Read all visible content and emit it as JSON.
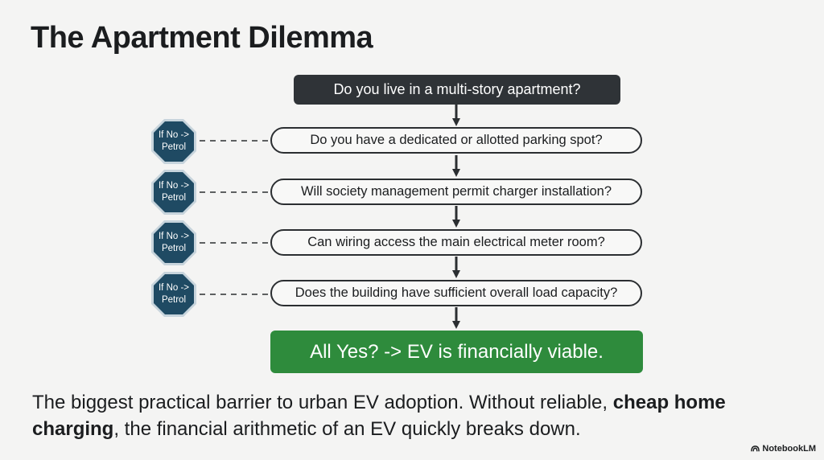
{
  "title": "The Apartment Dilemma",
  "flow": {
    "start": "Do you live in a multi-story apartment?",
    "questions": [
      "Do you have a dedicated or allotted parking spot?",
      "Will society management permit charger installation?",
      "Can wiring access the main electrical meter room?",
      "Does the building have sufficient overall load capacity?"
    ],
    "exit_label": {
      "line1": "If No ->",
      "line2": "Petrol"
    },
    "result": "All Yes? -> EV is financially viable."
  },
  "caption": {
    "part1": "The biggest practical barrier to urban EV adoption.  Without reliable, ",
    "bold": "cheap home charging",
    "part2": ", the financial arithmetic of an EV quickly breaks down."
  },
  "brand": "NotebookLM",
  "colors": {
    "dark_node": "#2f3337",
    "result_green": "#2e8b3c",
    "stop_fill": "#1f4a63",
    "stop_border": "#c7d4dc"
  },
  "icons": {
    "stop": "octagon-stop-icon",
    "brand": "notebooklm-logo-icon"
  }
}
